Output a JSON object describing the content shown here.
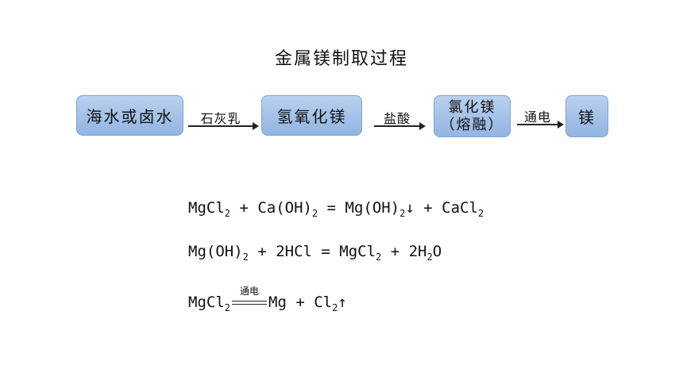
{
  "title": "金属镁制取过程",
  "flow": {
    "box1": "海水或卤水",
    "box2": "氢氧化镁",
    "box3_line1": "氯化镁",
    "box3_line2": "（熔融）",
    "box4": "镁",
    "arrow1": "石灰乳",
    "arrow2": "盐酸",
    "arrow3": "通电"
  },
  "equations": {
    "eq1": {
      "a": "MgCl",
      "a_sub": "2",
      "b": " + Ca(OH)",
      "b_sub": "2",
      "c": " = Mg(OH)",
      "c_sub": "2",
      "d": "↓ + CaCl",
      "d_sub": "2"
    },
    "eq2": {
      "a": "Mg(OH)",
      "a_sub": "2",
      "b": " + 2HCl = MgCl",
      "b_sub": "2",
      "c": " + 2H",
      "c_sub": "2",
      "d": "O"
    },
    "eq3": {
      "a": "MgCl",
      "a_sub": "2",
      "cond": "通电",
      "b": "Mg + Cl",
      "b_sub": "2",
      "c": "↑"
    }
  }
}
